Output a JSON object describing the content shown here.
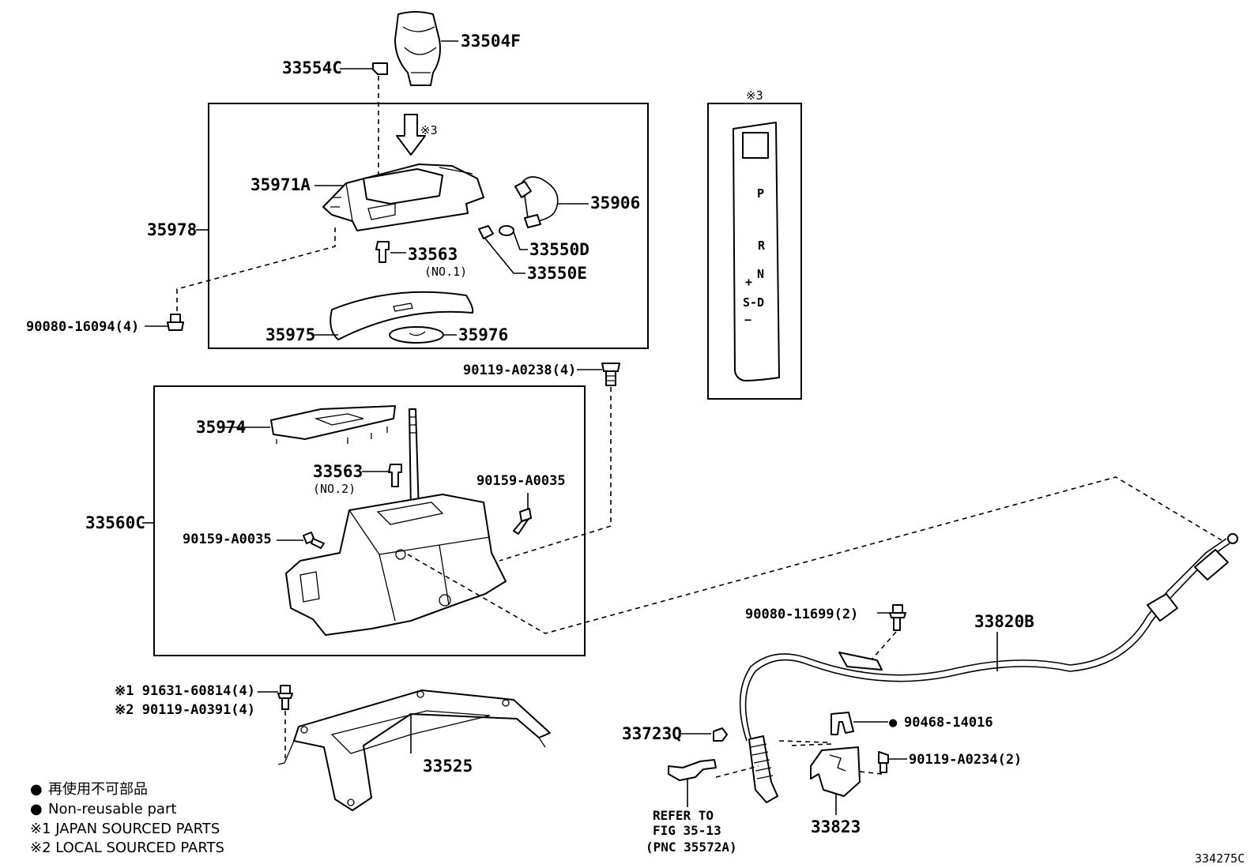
{
  "labels": {
    "shift_knob": "33504F",
    "knob_clip": "33554C",
    "view_ref_arrow": "※3",
    "indicator_housing": "35971A",
    "indicator_assy": "35978",
    "wire_harness": "35906",
    "bulb": "33550D",
    "bulb_socket": "33550E",
    "clip_no1": "33563",
    "clip_no1_note": "(NO.1)",
    "bolt_front": "90080-16094(4)",
    "slide_cover": "35975",
    "dust_cover": "35976",
    "bolt_lever": "90119-A0238(4)",
    "plate": "35974",
    "clip_no2": "33563",
    "clip_no2_note": "(NO.2)",
    "lever_assy": "33560C",
    "screw_right": "90159-A0035",
    "screw_left": "90159-A0035",
    "bracket_bolt_1": "※1 91631-60814(4)",
    "bracket_bolt_2": "※2 90119-A0391(4)",
    "bracket": "33525",
    "cable_bolt": "90080-11699(2)",
    "cable": "33820B",
    "cable_clip": "90468-14016",
    "cable_nut": "33723Q",
    "retainer_bolt": "90119-A0234(2)",
    "retainer": "33823",
    "refer_line1": "REFER TO",
    "refer_line2": "FIG 35-13",
    "refer_line3": "(PNC 35572A)",
    "figure_id": "334275C"
  },
  "inset": {
    "title": "※3",
    "gate_p": "P",
    "gate_r": "R",
    "gate_n": "N",
    "gate_plus": "+",
    "gate_sd": "S-D",
    "gate_minus": "−"
  },
  "legend": [
    {
      "symbol": "●",
      "text": "再使用不可部品"
    },
    {
      "symbol": "●",
      "text": "Non-reusable part"
    },
    {
      "symbol": "",
      "text": "※1 JAPAN SOURCED PARTS"
    },
    {
      "symbol": "",
      "text": "※2 LOCAL SOURCED PARTS"
    }
  ],
  "cable_clip_symbol": "●"
}
